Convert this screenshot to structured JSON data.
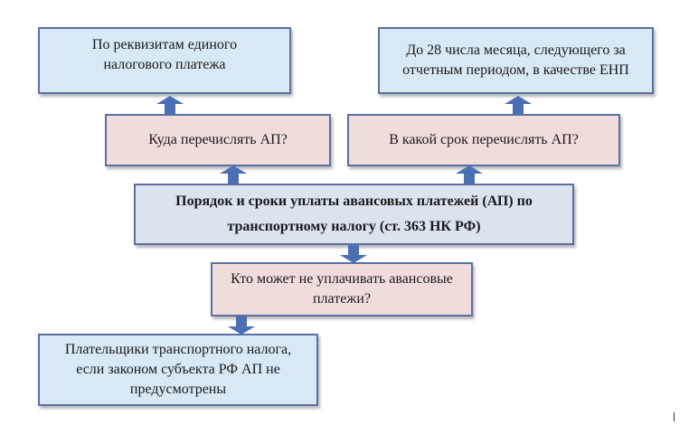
{
  "diagram": {
    "top_left": "По реквизитам единого налогового платежа",
    "top_right": "До 28 числа месяца, следующего за отчетным периодом, в качестве ЕНП",
    "question_where": "Куда перечислять АП?",
    "question_when": "В какой срок перечислять АП?",
    "center_title": "Порядок и сроки уплаты авансовых платежей (АП) по транспортному налогу (ст. 363 НК РФ)",
    "question_who": "Кто может не уплачивать авансовые платежи?",
    "bottom_left": "Плательщики транспортного налога, если законом субъекта РФ АП не предусмотрены"
  },
  "colors": {
    "blue_box": "#d8e8f4",
    "pink_box": "#f1dcdc",
    "center_box": "#dbe3ef",
    "border": "#5a6fa3",
    "arrow": "#4a6fb5"
  }
}
